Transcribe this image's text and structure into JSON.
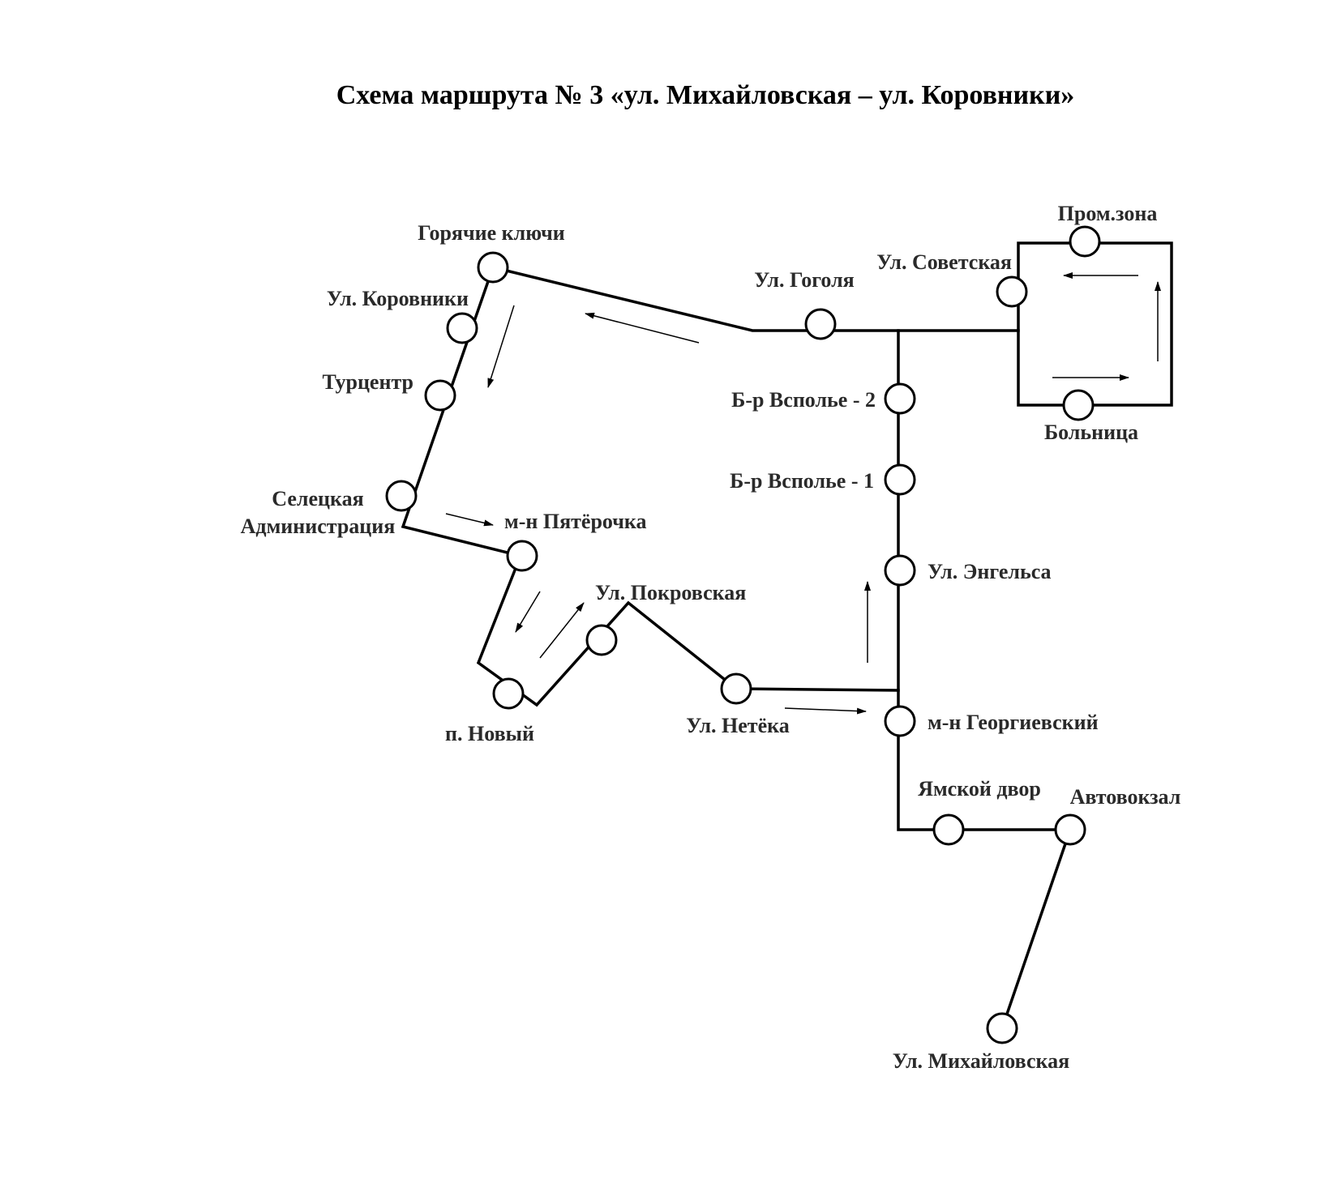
{
  "title": "Схема маршрута № 3 «ул. Михайловская – ул. Коровники»",
  "stops": {
    "goryachie_klyuchi": "Горячие ключи",
    "korovniki": "Ул. Коровники",
    "turcentr": "Турцентр",
    "seleckaya_1": "Селецкая",
    "seleckaya_2": "Администрация",
    "pyaterochka": "м-н Пятёрочка",
    "novyi": "п. Новый",
    "pokrovskaya": "Ул. Покровская",
    "neteka": "Ул. Нетёка",
    "georgievskiy": "м-н Георгиевский",
    "engelsa": "Ул. Энгельса",
    "vspolie_1": "Б-р Всполье - 1",
    "vspolie_2": "Б-р Всполье - 2",
    "gogolya": "Ул. Гоголя",
    "sovetskaya": "Ул. Советская",
    "promzona": "Пром.зона",
    "bolnica": "Больница",
    "yamskoy": "Ямской двор",
    "avtovokzal": "Автовокзал",
    "mihaylovskaya": "Ул. Михайловская"
  }
}
